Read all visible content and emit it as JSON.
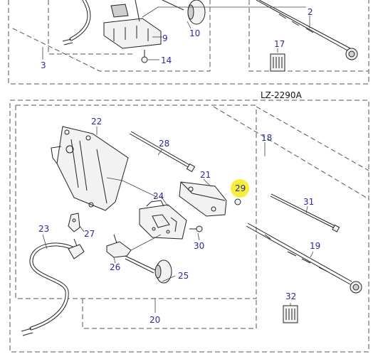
{
  "model_label": "LZ-2290A",
  "callouts": {
    "c2": "2",
    "c3": "3",
    "c9": "9",
    "c10": "10",
    "c14": "14",
    "c17": "17",
    "c18": "18",
    "c19": "19",
    "c20": "20",
    "c21": "21",
    "c22": "22",
    "c23": "23",
    "c24": "24",
    "c25": "25",
    "c26": "26",
    "c27": "27",
    "c28": "28",
    "c29": "29",
    "c30": "30",
    "c31": "31",
    "c32": "32"
  },
  "highlighted_callout": "29",
  "colors": {
    "callout_text": "#2a2a9a",
    "highlight": "#f7ef3a",
    "line": "#222222"
  }
}
